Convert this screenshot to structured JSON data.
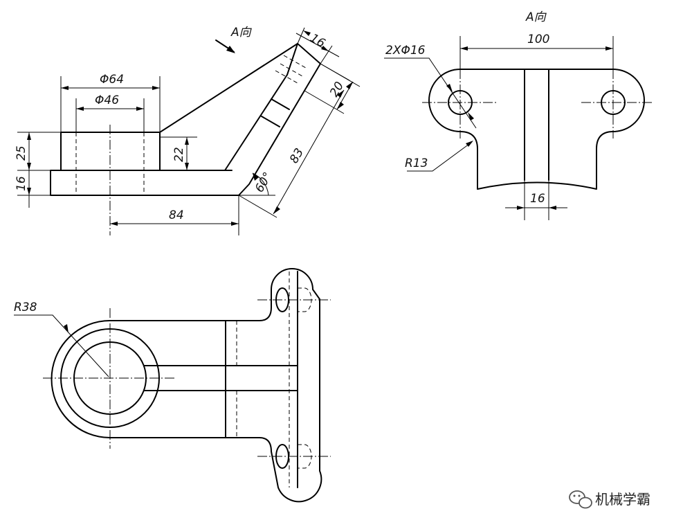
{
  "views": {
    "direction_label": "A向",
    "aux_view_title": "A向"
  },
  "dimensions": {
    "d_outer": "Φ64",
    "d_inner": "Φ46",
    "h_boss": "25",
    "h_base": "16",
    "h_rib": "22",
    "l_base": "84",
    "angle": "60°",
    "arm_len": "83",
    "arm_thk": "16",
    "arm_w": "20",
    "holes": "2XΦ16",
    "hole_span": "100",
    "r_fillet": "R13",
    "web_thk": "16",
    "r_boss": "R38"
  },
  "watermark": {
    "text": "机械学霸",
    "icon": "wechat-icon"
  }
}
